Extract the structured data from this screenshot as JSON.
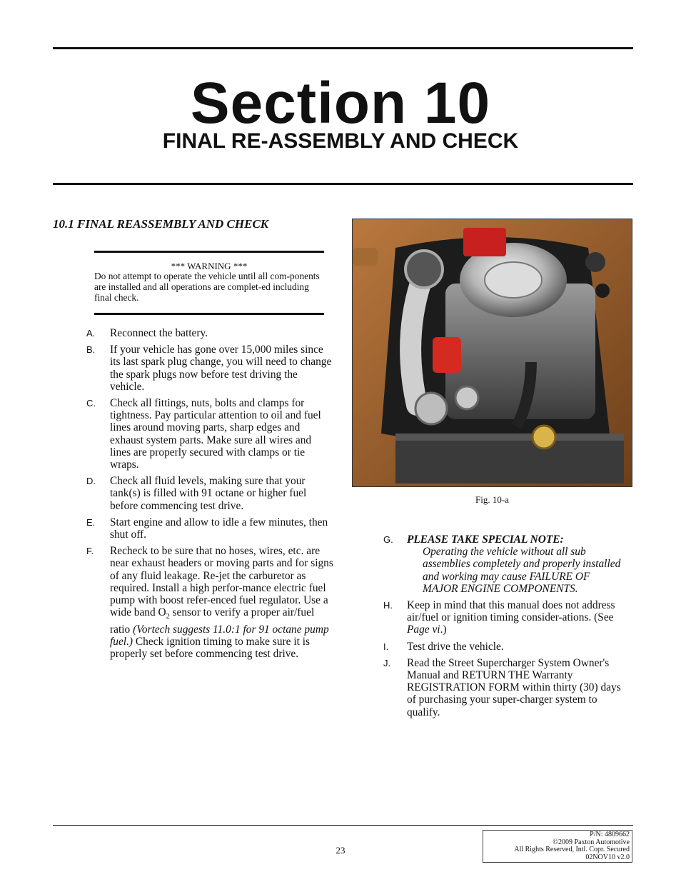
{
  "header": {
    "section_title": "Section 10",
    "section_subtitle": "FINAL RE-ASSEMBLY AND CHECK"
  },
  "section": {
    "heading": "10.1  FINAL REASSEMBLY AND CHECK"
  },
  "warning": {
    "title": "*** WARNING ***",
    "body": "Do not attempt to operate the vehicle until all com-ponents are installed and all operations are complet-ed including final check."
  },
  "steps_left": [
    {
      "letter": "A.",
      "text": "Reconnect the battery."
    },
    {
      "letter": "B.",
      "text": "If your vehicle has gone over 15,000 miles since its last spark plug change, you will need to change the spark plugs now before test driving the vehicle."
    },
    {
      "letter": "C.",
      "text": "Check all fittings, nuts, bolts and clamps for tightness. Pay particular attention to oil and fuel lines around moving parts, sharp edges and exhaust system parts. Make sure all wires and lines are properly secured with clamps or tie wraps."
    },
    {
      "letter": "D.",
      "text": "Check all fluid levels, making sure that your tank(s) is filled with 91 octane or higher fuel before commencing test drive."
    },
    {
      "letter": "E.",
      "text": "Start engine and allow to idle a few minutes, then shut off."
    },
    {
      "letter": "F.",
      "text_a": "Recheck to be sure that no hoses, wires, etc. are near exhaust headers or moving parts and for signs of any fluid leakage. Re-jet the carburetor as required. Install a high perfor-mance electric fuel pump with boost refer-enced fuel regulator. Use a wide band O",
      "sub": "2",
      "text_b": " sensor to verify a proper air/fuel ratio ",
      "text_italic": "(Vortech suggests 11.0:1 for 91 octane pump fuel.)",
      "text_c": " Check ignition timing to make sure it is properly set before commencing test drive."
    }
  ],
  "figure": {
    "caption": "Fig. 10-a",
    "icon": "engine-bay-photo"
  },
  "steps_right": [
    {
      "letter": "G.",
      "heading": "PLEASE TAKE SPECIAL NOTE:",
      "note": "Operating the vehicle without all sub assemblies completely and properly installed and working may cause FAILURE OF MAJOR ENGINE COMPONENTS."
    },
    {
      "letter": "H.",
      "text_a": "Keep in mind that this manual does not address air/fuel or ignition timing consider-ations. (See ",
      "text_italic": "Page vi",
      "text_b": ".)"
    },
    {
      "letter": "I.",
      "text": "Test drive the vehicle."
    },
    {
      "letter": "J.",
      "text": "Read the Street Supercharger System Owner's Manual and RETURN THE Warranty REGISTRATION FORM within thirty (30) days of purchasing your super-charger system to qualify."
    }
  ],
  "footer": {
    "page_number": "23",
    "part_number": "P/N: 4809662",
    "copyright": "©2009 Paxton Automotive",
    "rights": "All Rights Reserved, Intl. Copr. Secured",
    "version": "02NOV10 v2.0"
  }
}
